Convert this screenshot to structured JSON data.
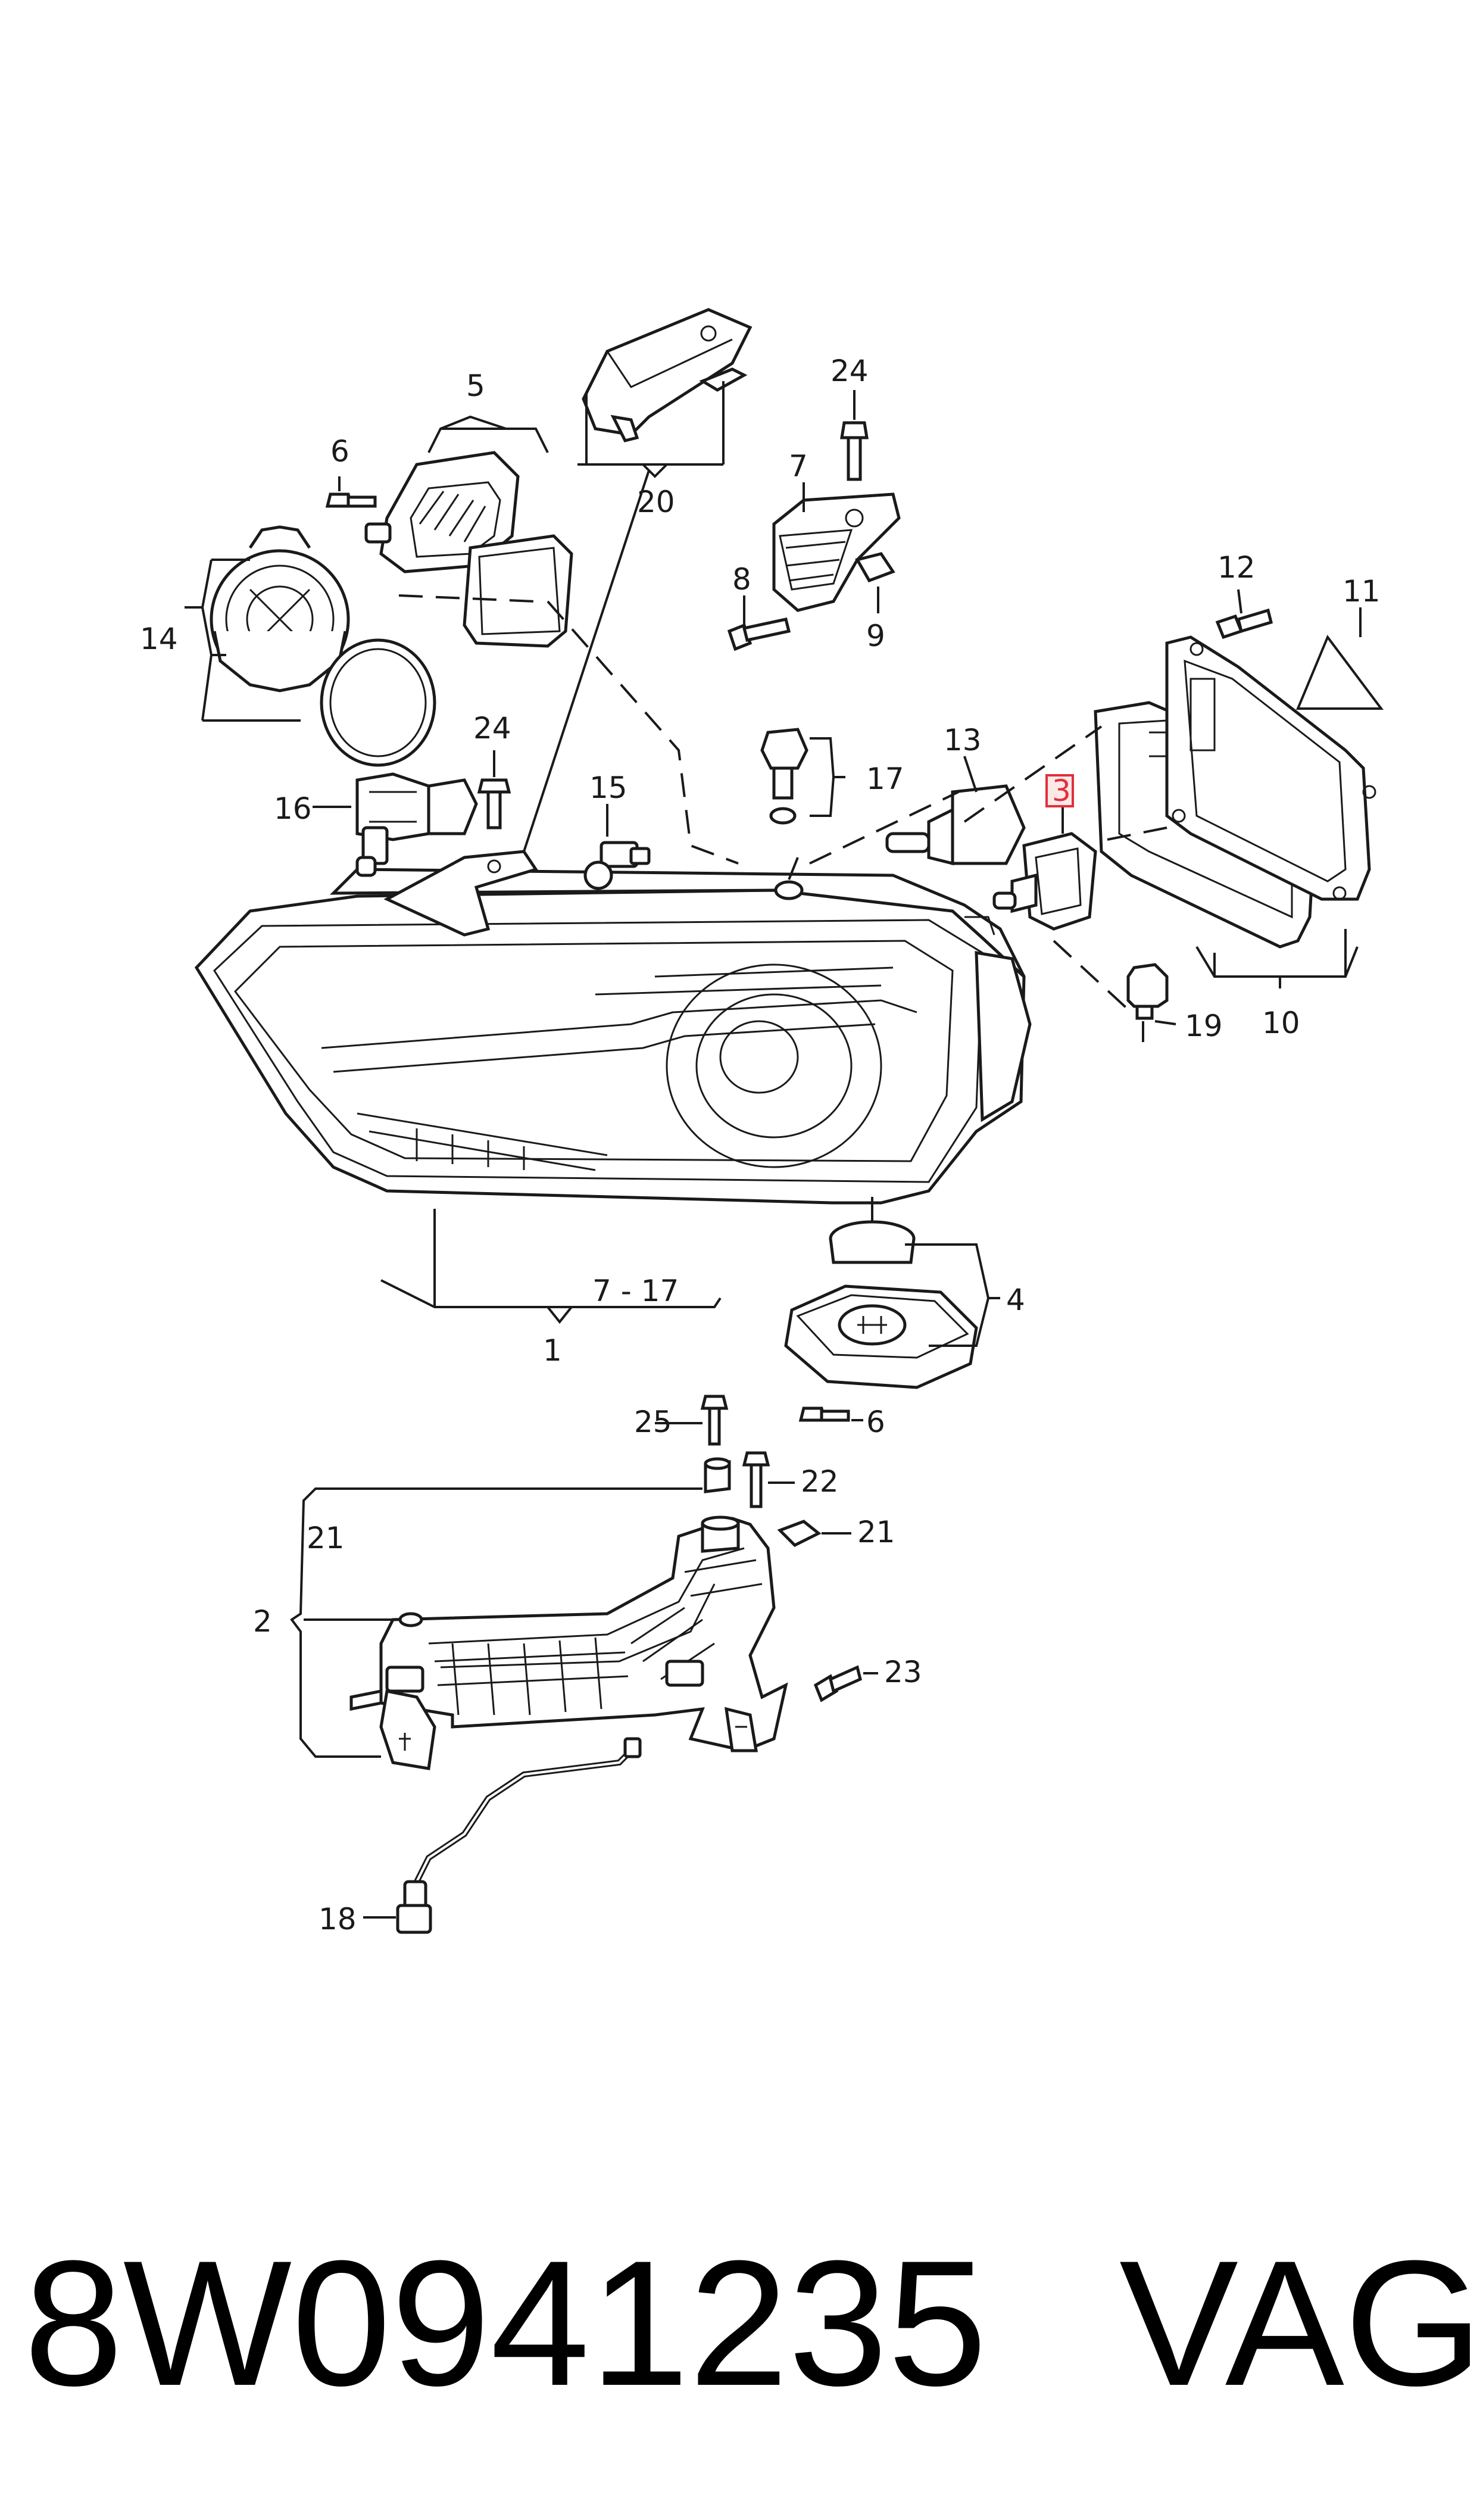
{
  "diagram": {
    "callouts": {
      "c1": "1",
      "c2": "2",
      "c3": "3",
      "c4": "4",
      "c5": "5",
      "c6a": "6",
      "c6b": "6",
      "c7a": "7",
      "c7b": "7 - 17",
      "c8": "8",
      "c9": "9",
      "c10": "10",
      "c11": "11",
      "c12": "12",
      "c13": "13",
      "c14": "14",
      "c15": "15",
      "c16": "16",
      "c17": "17",
      "c18": "18",
      "c19": "19",
      "c20": "20",
      "c21a": "21",
      "c21b": "21",
      "c22": "22",
      "c23": "23",
      "c24a": "24",
      "c24b": "24",
      "c25": "25"
    },
    "highlighted_callout": "3",
    "highlight_color": "#e0303a"
  },
  "footer": {
    "part_number": "8W0941235",
    "brand": "VAG"
  }
}
